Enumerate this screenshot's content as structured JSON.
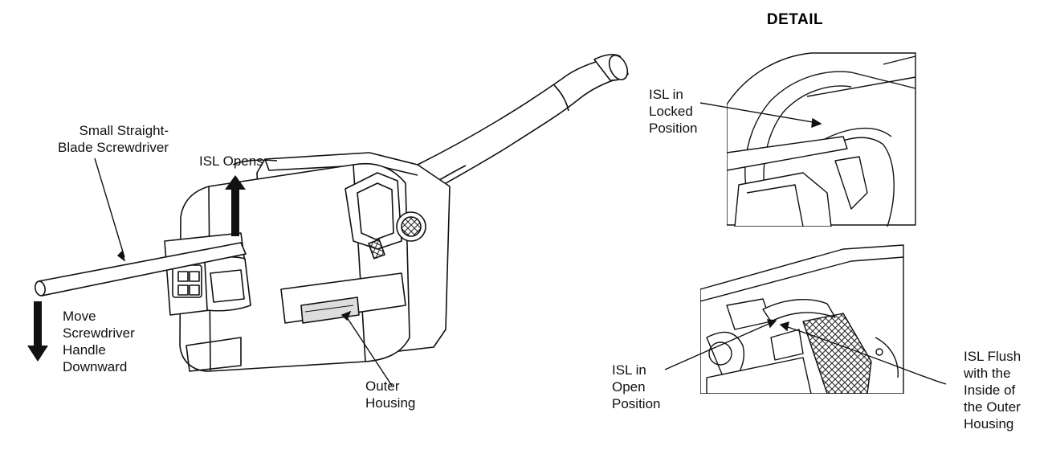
{
  "detail_title": "DETAIL",
  "labels": {
    "screwdriver": [
      "Small Straight-",
      "Blade Screwdriver"
    ],
    "isl_opens": [
      "ISL Opens"
    ],
    "move_handle": [
      "Move",
      "Screwdriver",
      "Handle",
      "Downward"
    ],
    "outer_housing": [
      "Outer",
      "Housing"
    ],
    "isl_locked": [
      "ISL in",
      "Locked",
      "Position"
    ],
    "isl_open": [
      "ISL in",
      "Open",
      "Position"
    ],
    "isl_flush": [
      "ISL Flush",
      "with the",
      "Inside of",
      "the Outer",
      "Housing"
    ]
  }
}
